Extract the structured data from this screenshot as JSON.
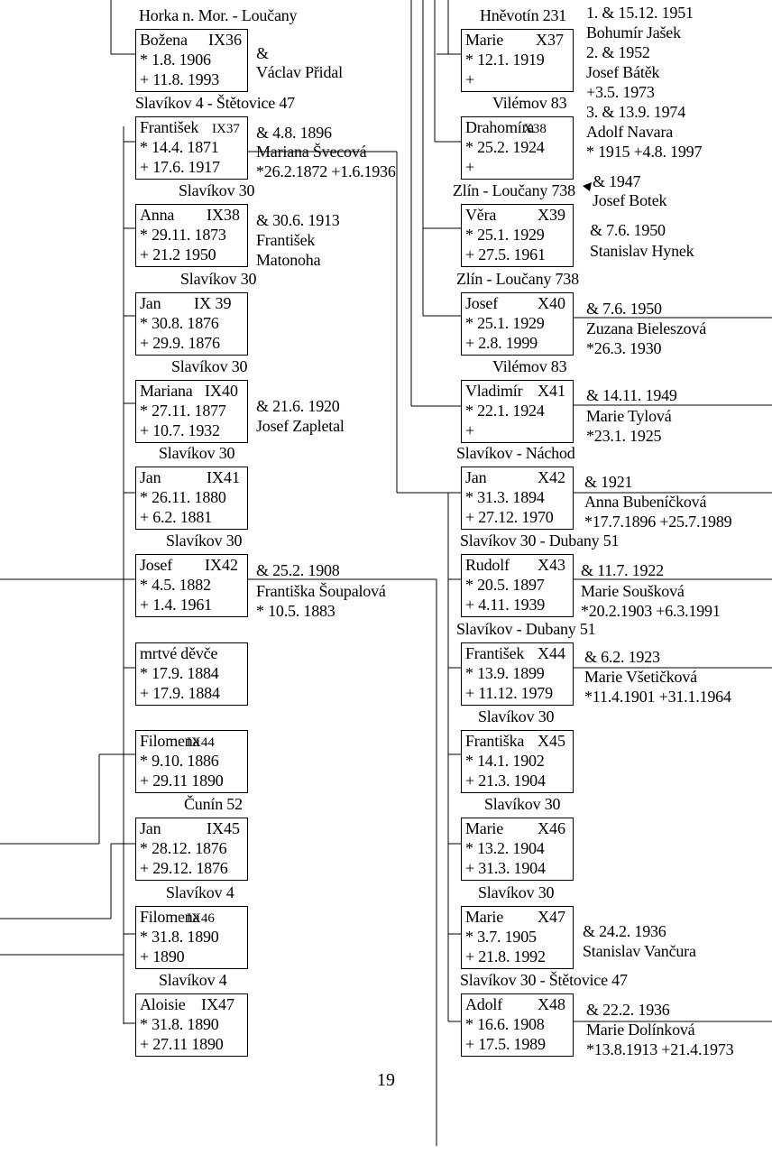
{
  "page_number": "19",
  "left_column": [
    {
      "place": "Horka n. Mor. - Loučany",
      "name": "Božena",
      "code": "IX36",
      "born": "* 1.8. 1906",
      "died": "+ 11.8. 1993",
      "spouse": [
        "&",
        "Václav Přidal"
      ]
    },
    {
      "place": "Slavíkov 4 - Štětovice 47",
      "name": "František",
      "code": "IX37",
      "born": "* 14.4. 1871",
      "died": "+ 17.6. 1917",
      "spouse": [
        "& 4.8. 1896",
        "Mariana Švecová",
        "*26.2.1872 +1.6.1936"
      ]
    },
    {
      "place": "Slavíkov 30",
      "name": "Anna",
      "code": "IX38",
      "born": "* 29.11. 1873",
      "died": "+ 21.2 1950",
      "spouse": [
        "& 30.6. 1913",
        "František",
        "Matonoha"
      ]
    },
    {
      "place": "Slavíkov 30",
      "name": "Jan",
      "code": "IX 39",
      "born": "* 30.8. 1876",
      "died": "+ 29.9. 1876",
      "spouse": []
    },
    {
      "place": "Slavíkov 30",
      "name": "Mariana",
      "code": "IX40",
      "born": "* 27.11. 1877",
      "died": "+ 10.7. 1932",
      "spouse": [
        "& 21.6. 1920",
        "Josef Zapletal"
      ]
    },
    {
      "place": "Slavíkov 30",
      "name": "Jan",
      "code": "IX41",
      "born": "* 26.11. 1880",
      "died": "+ 6.2. 1881",
      "spouse": []
    },
    {
      "place": "Slavíkov 30",
      "name": "Josef",
      "code": "IX42",
      "born": "* 4.5. 1882",
      "died": "+ 1.4. 1961",
      "spouse": [
        "& 25.2. 1908",
        "Františka Šoupalová",
        "* 10.5. 1883"
      ]
    },
    {
      "place": "",
      "name": "mrtvé děvče",
      "code": "",
      "born": "* 17.9. 1884",
      "died": "+ 17.9. 1884",
      "spouse": []
    },
    {
      "place": "",
      "name": "Filomena",
      "code": "IX44",
      "born": "* 9.10. 1886",
      "died": "+ 29.11 1890",
      "spouse": []
    },
    {
      "place": "Čunín 52",
      "name": "Jan",
      "code": "IX45",
      "born": "* 28.12. 1876",
      "died": "+ 29.12. 1876",
      "spouse": []
    },
    {
      "place": "Slavíkov 4",
      "name": "Filomena",
      "code": "IX46",
      "born": "* 31.8. 1890",
      "died": "+ 1890",
      "spouse": []
    },
    {
      "place": "Slavíkov 4",
      "name": "Aloisie",
      "code": "IX47",
      "born": "* 31.8. 1890",
      "died": "+ 27.11 1890",
      "spouse": []
    }
  ],
  "right_column": [
    {
      "place": "Hněvotín 231",
      "name": "Marie",
      "code": "X37",
      "born": "* 12.1. 1919",
      "died": "+",
      "spouse": [
        "1. & 15.12. 1951",
        "Bohumír Jašek",
        "2. & 1952",
        "Josef Bátěk",
        "+3.5. 1973",
        "3. & 13.9. 1974",
        "Adolf Navara",
        "* 1915 +4.8.  1997"
      ]
    },
    {
      "place": "Vilémov 83",
      "name": "Drahomíra",
      "code": "X38",
      "born": "* 25.2. 1924",
      "died": "+",
      "spouse": [
        "& 1947",
        "Josef Botek"
      ]
    },
    {
      "place": "Zlín - Loučany 738",
      "name": "Věra",
      "code": "X39",
      "born": "* 25.1. 1929",
      "died": "+ 27.5. 1961",
      "spouse": [
        "& 7.6. 1950",
        "Stanislav Hynek"
      ]
    },
    {
      "place": "Zlín - Loučany 738",
      "name": "Josef",
      "code": "X40",
      "born": "* 25.1. 1929",
      "died": "+ 2.8. 1999",
      "spouse": [
        "& 7.6. 1950",
        "Zuzana Bieleszová",
        "*26.3. 1930"
      ]
    },
    {
      "place": "Vilémov 83",
      "name": "Vladimír",
      "code": "X41",
      "born": "* 22.1. 1924",
      "died": "+",
      "spouse": [
        "& 14.11. 1949",
        "Marie Tylová",
        "*23.1. 1925"
      ]
    },
    {
      "place": "Slavíkov - Náchod",
      "name": "Jan",
      "code": "X42",
      "born": "* 31.3. 1894",
      "died": "+ 27.12. 1970",
      "spouse": [
        "& 1921",
        "Anna Bubeníčková",
        "*17.7.1896 +25.7.1989"
      ]
    },
    {
      "place": "Slavíkov 30 - Dubany 51",
      "name": "Rudolf",
      "code": "X43",
      "born": "* 20.5. 1897",
      "died": "+ 4.11. 1939",
      "spouse": [
        "& 11.7. 1922",
        "Marie Soušková",
        "*20.2.1903 +6.3.1991"
      ]
    },
    {
      "place": "Slavíkov - Dubany 51",
      "name": "František",
      "code": "X44",
      "born": "* 13.9. 1899",
      "died": "+ 11.12. 1979",
      "spouse": [
        "& 6.2. 1923",
        "Marie Všetičková",
        "*11.4.1901 +31.1.1964"
      ]
    },
    {
      "place": "Slavíkov 30",
      "name": "Františka",
      "code": "X45",
      "born": "* 14.1. 1902",
      "died": "+ 21.3. 1904",
      "spouse": []
    },
    {
      "place": "Slavíkov 30",
      "name": "Marie",
      "code": "X46",
      "born": "* 13.2. 1904",
      "died": "+ 31.3. 1904",
      "spouse": []
    },
    {
      "place": "Slavíkov 30",
      "name": "Marie",
      "code": "X47",
      "born": "* 3.7. 1905",
      "died": "+ 21.8. 1992",
      "spouse": [
        "& 24.2. 1936",
        "Stanislav Vančura"
      ]
    },
    {
      "place": "Slavíkov 30 - Štětovice 47",
      "name": "Adolf",
      "code": "X48",
      "born": "* 16.6. 1908",
      "died": "+ 17.5. 1989",
      "spouse": [
        "& 22.2. 1936",
        "Marie Dolínková",
        "*13.8.1913 +21.4.1973"
      ]
    }
  ]
}
